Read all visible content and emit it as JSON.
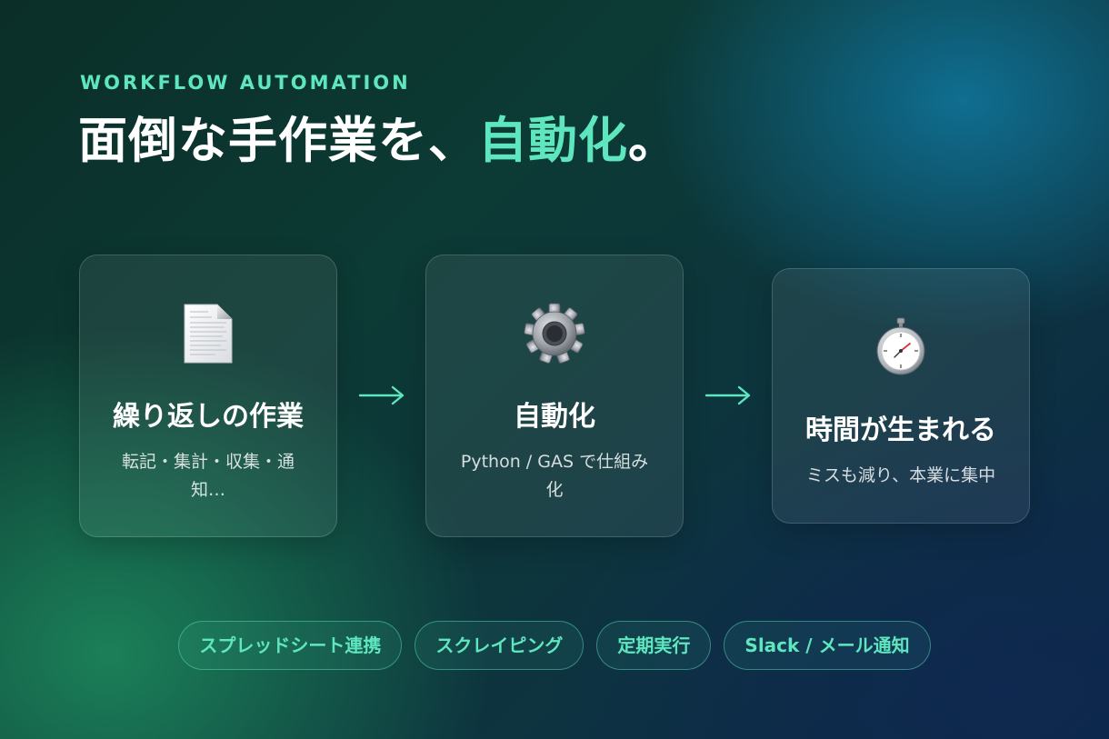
{
  "header": {
    "eyebrow": "WORKFLOW AUTOMATION",
    "headline_main": "面倒な手作業を、",
    "headline_accent": "自動化",
    "headline_end": "。"
  },
  "steps": [
    {
      "title": "繰り返しの作業",
      "desc": "転記・集計・収集・通知…",
      "icon": "document-icon"
    },
    {
      "title": "自動化",
      "desc": "Python / GAS で仕組み化",
      "icon": "gear-icon"
    },
    {
      "title": "時間が生まれる",
      "desc": "ミスも減り、本業に集中",
      "icon": "stopwatch-icon"
    }
  ],
  "tags": [
    "スプレッドシート連携",
    "スクレイピング",
    "定期実行",
    "Slack / メール通知"
  ],
  "colors": {
    "accent": "#5ee7bf",
    "text": "#ffffff"
  }
}
